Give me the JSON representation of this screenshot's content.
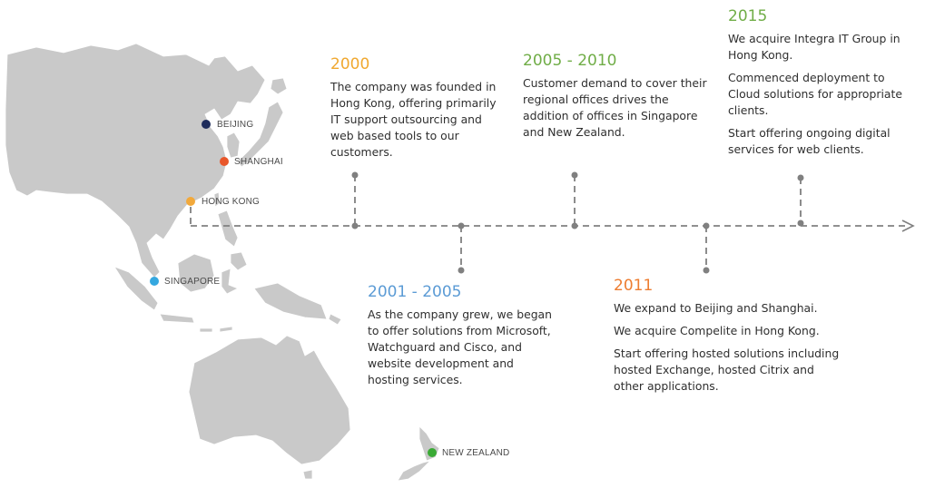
{
  "cities": [
    {
      "name": "BEIJING",
      "color": "#1f2d5c"
    },
    {
      "name": "SHANGHAI",
      "color": "#e8562a"
    },
    {
      "name": "HONG KONG",
      "color": "#f2a93b"
    },
    {
      "name": "SINGAPORE",
      "color": "#35a8e0"
    },
    {
      "name": "NEW ZEALAND",
      "color": "#3aaa35"
    }
  ],
  "events": [
    {
      "year": "2000",
      "color": "#f0a830",
      "paragraphs": [
        "The company was founded in Hong Kong, offering primarily IT support outsourcing and web based tools to our customers."
      ]
    },
    {
      "year": "2001 - 2005",
      "color": "#5b9bd5",
      "paragraphs": [
        "As the company grew, we began to offer solutions from Microsoft, Watchguard and Cisco, and website development and hosting services."
      ]
    },
    {
      "year": "2005 - 2010",
      "color": "#70ad47",
      "paragraphs": [
        "Customer demand to cover their regional offices drives the addition of offices in Singapore and New Zealand."
      ]
    },
    {
      "year": "2011",
      "color": "#ed7d31",
      "paragraphs": [
        "We expand to Beijing and Shanghai.",
        "We acquire Compelite in Hong Kong.",
        "Start offering hosted solutions including hosted Exchange, hosted Citrix and other applications."
      ]
    },
    {
      "year": "2015",
      "color": "#70ad47",
      "paragraphs": [
        "We acquire Integra IT Group in Hong Kong.",
        "Commenced deployment to Cloud solutions for appropriate clients.",
        "Start offering ongoing digital services for web clients."
      ]
    }
  ],
  "style": {
    "map_color": "#c9c9c9",
    "line_color": "#808080"
  }
}
